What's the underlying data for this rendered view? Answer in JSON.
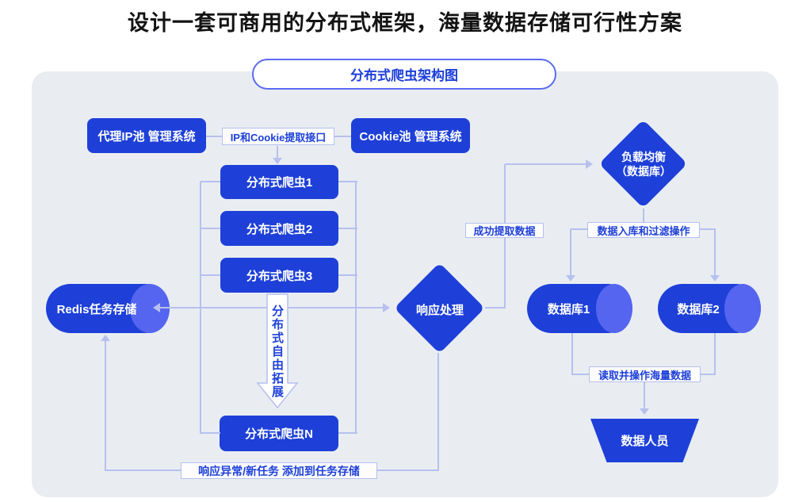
{
  "title": "设计一套可商用的分布式框架，海量数据存储可行性方案",
  "diagram": {
    "badge": "分布式爬虫架构图",
    "nodes": {
      "proxy_pool": "代理IP池 管理系统",
      "ip_cookie_api": "IP和Cookie提取接口",
      "cookie_pool": "Cookie池 管理系统",
      "crawler1": "分布式爬虫1",
      "crawler2": "分布式爬虫2",
      "crawler3": "分布式爬虫3",
      "crawler_n": "分布式爬虫N",
      "expand_arrow": "分布式自由拓展",
      "redis": "Redis任务存储",
      "response_handling": "响应处理",
      "load_balance_line1": "负载均衡",
      "load_balance_line2": "（数据库）",
      "db1": "数据库1",
      "db2": "数据库2",
      "data_staff": "数据人员"
    },
    "labels": {
      "success_extract": "成功提取数据",
      "data_inbound": "数据入库和过滤操作",
      "read_massive": "读取并操作海量数据",
      "response_exception": "响应异常/新任务  添加到任务存储"
    },
    "colors": {
      "primary_blue": "#1e40d8",
      "cylinder_cap_blue": "#5565f0",
      "connector_blue": "#b7c0ee",
      "panel_background": "#e9edf2"
    }
  }
}
